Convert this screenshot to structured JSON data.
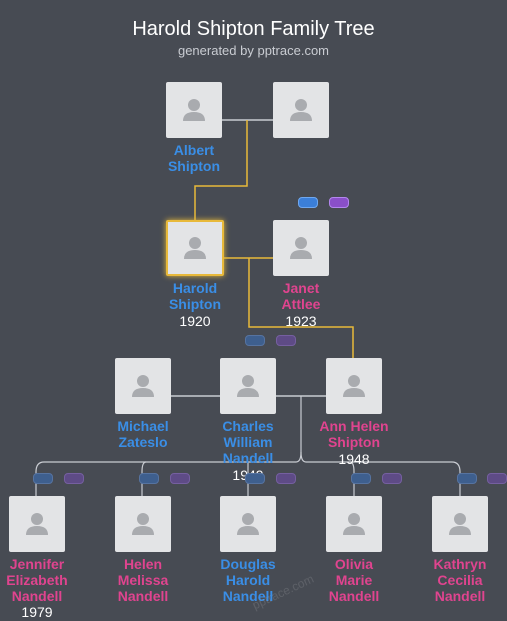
{
  "header": {
    "title": "Harold Shipton Family Tree",
    "subtitle": "generated by pptrace.com"
  },
  "people": {
    "albert": {
      "name_lines": [
        "Albert",
        "Shipton"
      ],
      "year": ""
    },
    "unknown": {
      "name_lines": [],
      "year": ""
    },
    "harold": {
      "name_lines": [
        "Harold",
        "Shipton"
      ],
      "year": "1920"
    },
    "janet": {
      "name_lines": [
        "Janet",
        "Attlee"
      ],
      "year": "1923"
    },
    "michael": {
      "name_lines": [
        "Michael",
        "Zateslo"
      ],
      "year": ""
    },
    "charles": {
      "name_lines": [
        "Charles",
        "William",
        "Nandell"
      ],
      "year": "1949"
    },
    "ann": {
      "name_lines": [
        "Ann Helen",
        "Shipton"
      ],
      "year": "1948"
    },
    "jennifer": {
      "name_lines": [
        "Jennifer",
        "Elizabeth",
        "Nandell"
      ],
      "year": "1979"
    },
    "helen": {
      "name_lines": [
        "Helen",
        "Melissa",
        "Nandell"
      ],
      "year": ""
    },
    "douglas": {
      "name_lines": [
        "Douglas",
        "Harold",
        "Nandell"
      ],
      "year": ""
    },
    "olivia": {
      "name_lines": [
        "Olivia",
        "Marie",
        "Nandell"
      ],
      "year": ""
    },
    "kathryn": {
      "name_lines": [
        "Kathryn",
        "Cecilia",
        "Nandell"
      ],
      "year": ""
    }
  },
  "icons": {
    "person": "person-placeholder-icon",
    "male_badge": "male-badge-icon",
    "female_badge": "female-badge-icon"
  },
  "colors": {
    "background": "#474b53",
    "card": "#e3e4e6",
    "male": "#3a8ee6",
    "female": "#e0448f",
    "highlight": "#e8b93a",
    "connector": "#c9ccd2"
  },
  "watermark": "pptrace.com"
}
